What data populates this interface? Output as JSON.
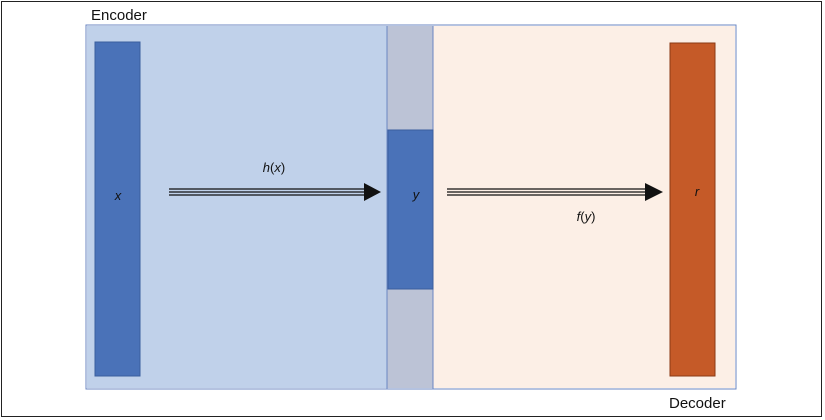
{
  "labels": {
    "encoder": "Encoder",
    "decoder": "Decoder"
  },
  "nodes": {
    "input": "x",
    "code": "y",
    "output": "r"
  },
  "functions": {
    "encode_fn": "h",
    "encode_arg": "x",
    "decode_fn": "f",
    "decode_arg": "y"
  },
  "colors": {
    "encoder_bg": "#c0d1ea",
    "decoder_bg": "#fcefe6",
    "bottleneck_bg": "#bcc3d6",
    "region_border": "#6a86c2",
    "input_bar": "#4a72b8",
    "code_bar": "#4a72b8",
    "output_bar": "#c55a28",
    "arrow": "#111111"
  }
}
